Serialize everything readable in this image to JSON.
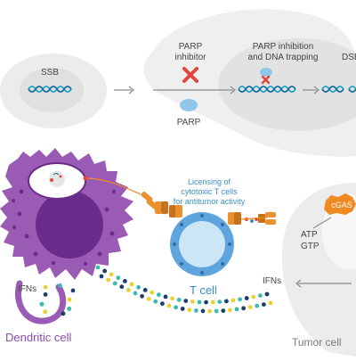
{
  "labels": {
    "ssb": "SSB",
    "parp_inhibitor_line1": "PARP",
    "parp_inhibitor_line2": "inhibitor",
    "parp": "PARP",
    "parp_trapping_line1": "PARP inhibition",
    "parp_trapping_line2": "and DNA trapping",
    "dsb": "DSB",
    "licensing_line1": "Licensing of",
    "licensing_line2": "cytotoxic T cells",
    "licensing_line3": "for antitumor activity",
    "cgas": "cGAS",
    "atp": "ATP",
    "gtp": "GTP",
    "ifns_tumor": "IFNs",
    "ifns_dendritic": "IFNs",
    "t_cell": "T cell",
    "dendritic_cell": "Dendritic cell",
    "tumor_cell": "Tumor cell"
  },
  "colors": {
    "cell_gray": "#ececec",
    "nucleus_gray": "#e0e0e0",
    "dna_teal": "#23a3c6",
    "dna_dark": "#1b6d96",
    "inhibitor_red": "#e2463c",
    "parp_blue": "#8fc7ea",
    "dendritic_purple": "#9a5bb4",
    "dendritic_dark": "#6a2d8c",
    "tcell_blue": "#5fa4dd",
    "tcell_light": "#cde6f6",
    "cgas_orange": "#ef8a23",
    "receptor_orange": "#e8912e",
    "text_blue": "#3a8ec8",
    "text_purple": "#8a4dac",
    "text_gray": "#7c7c7c",
    "dot_navy": "#1d3e6b",
    "dot_yellow": "#e8d232",
    "dot_teal": "#3cbab0"
  }
}
